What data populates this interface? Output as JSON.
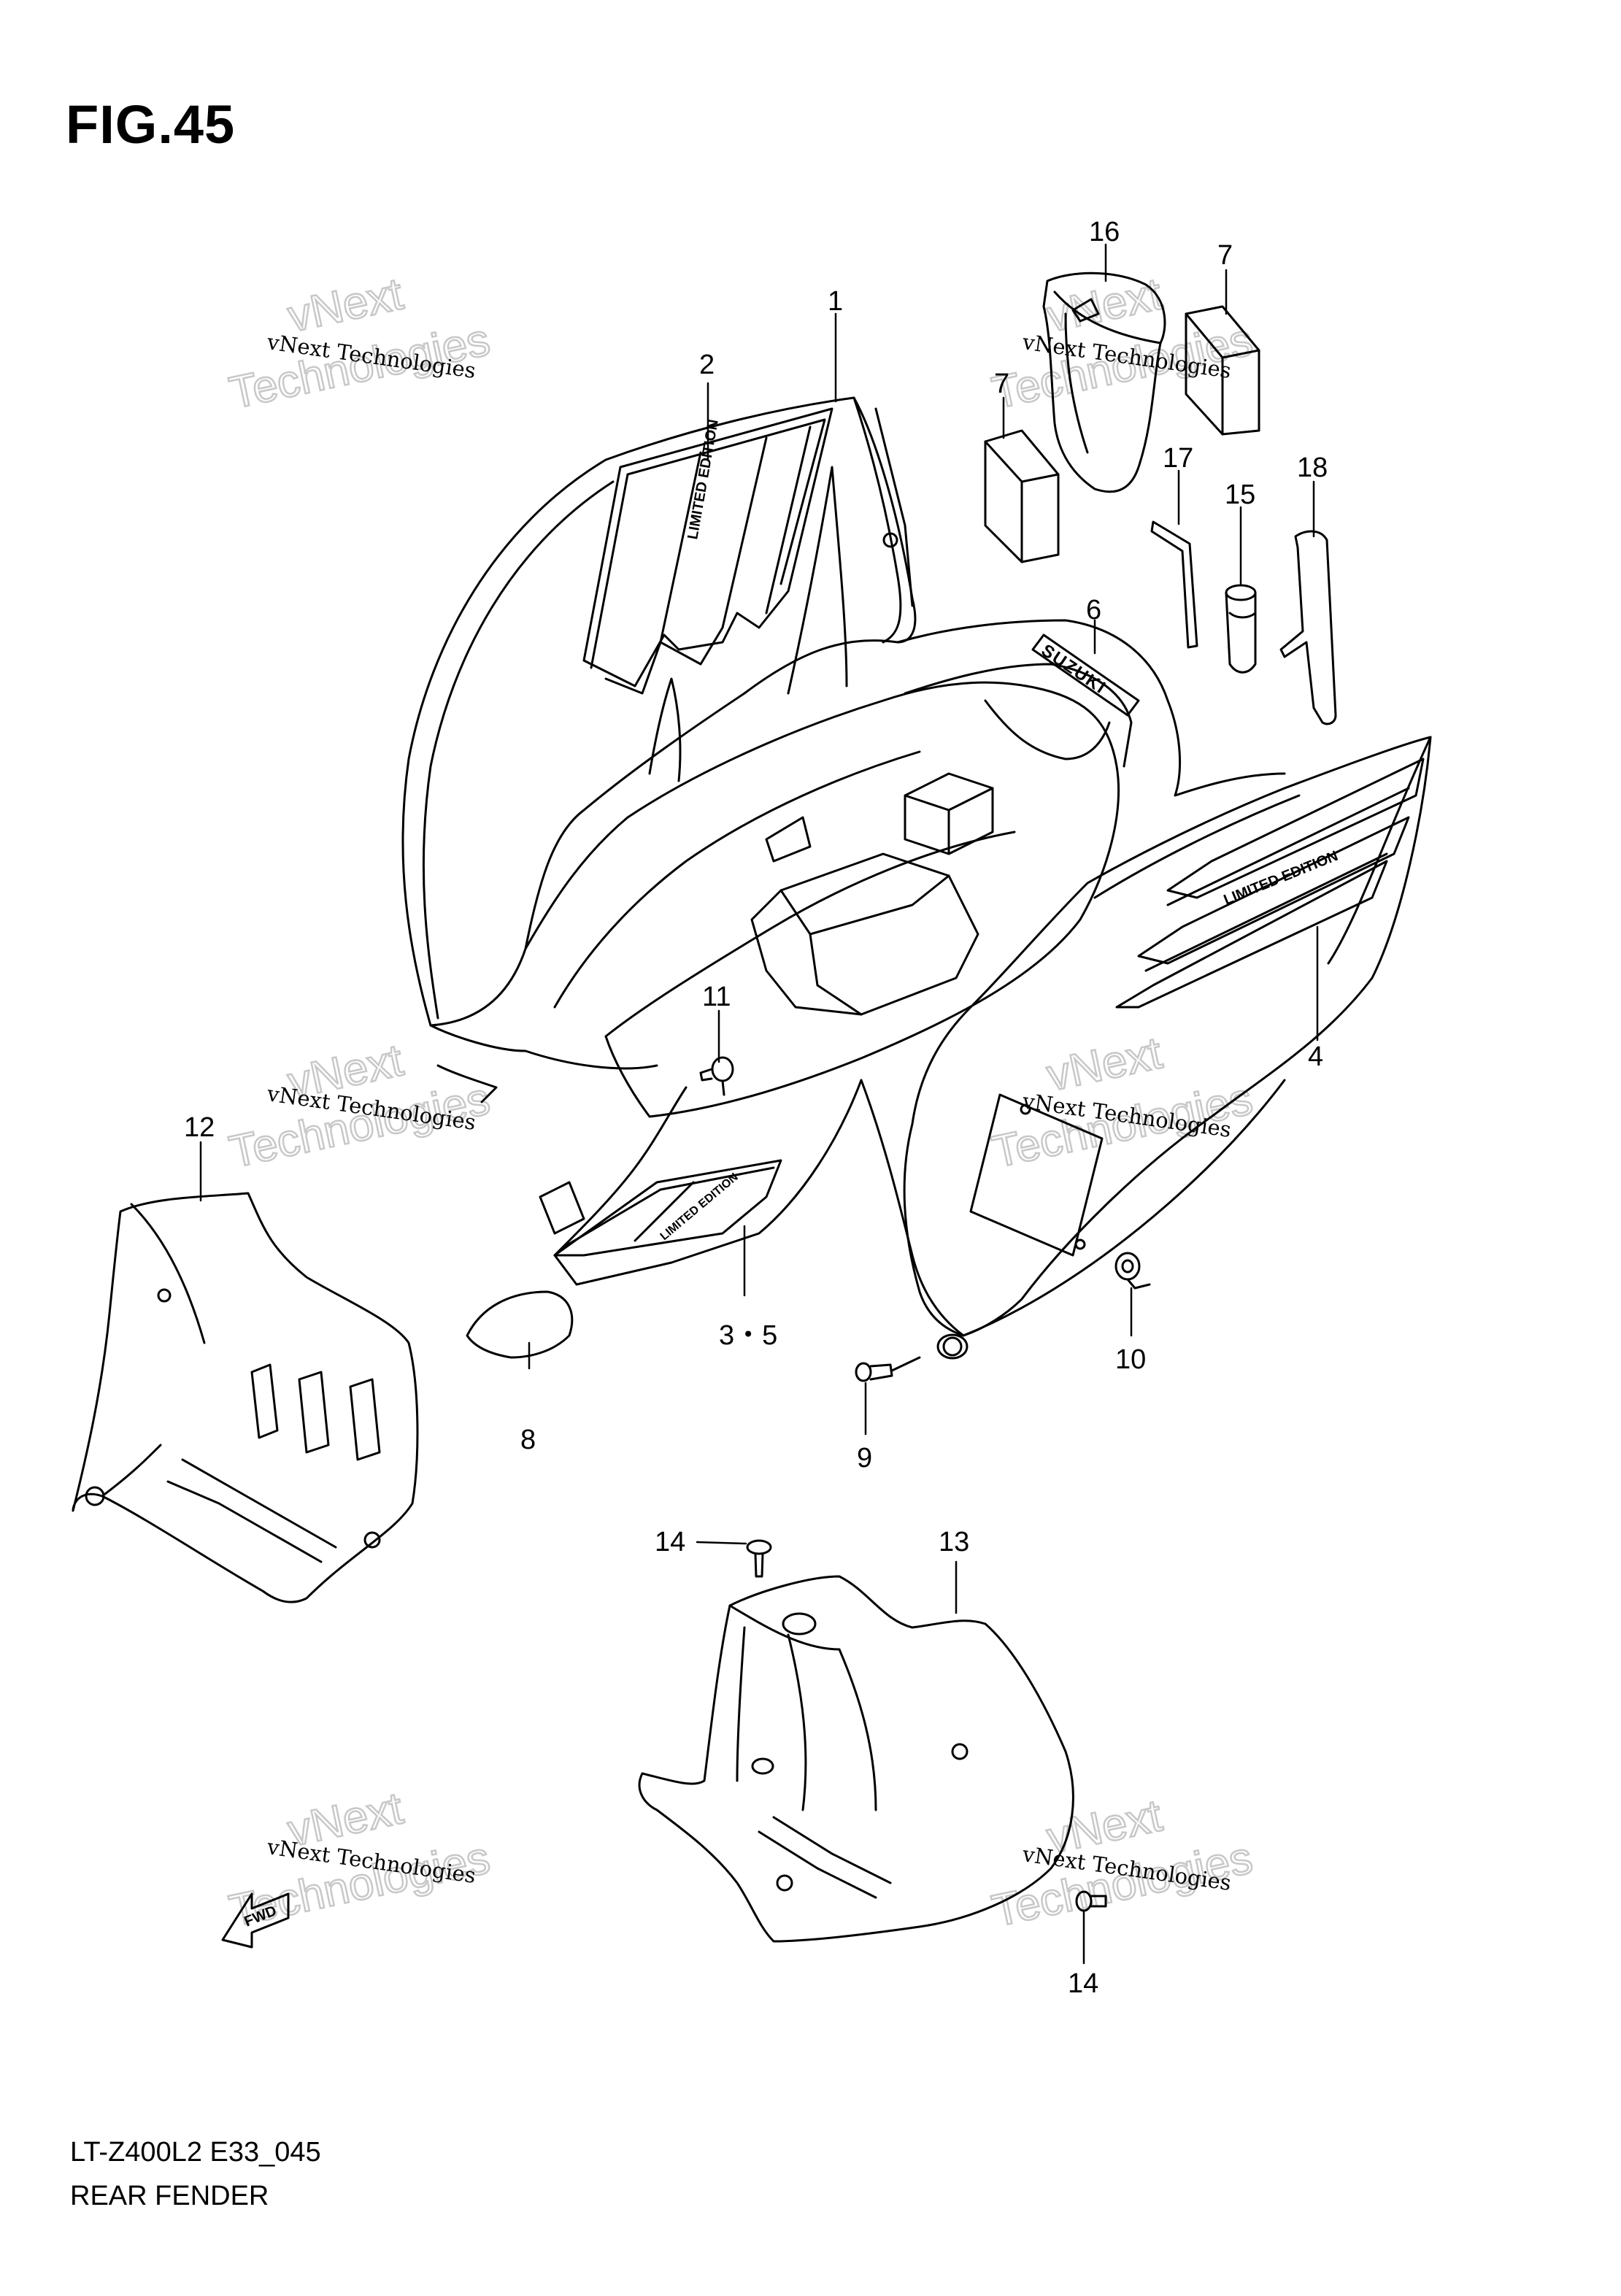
{
  "figure": {
    "title": "FIG.45",
    "model_code": "LT-Z400L2  E33_045",
    "section_name": "REAR FENDER"
  },
  "watermark": {
    "line1": "vNext Technologies",
    "line2": "vNext",
    "line3": "Technologies"
  },
  "parts": [
    {
      "ref": "1"
    },
    {
      "ref": "2"
    },
    {
      "ref": "3・5"
    },
    {
      "ref": "4"
    },
    {
      "ref": "6"
    },
    {
      "ref": "7"
    },
    {
      "ref": "7"
    },
    {
      "ref": "8"
    },
    {
      "ref": "9"
    },
    {
      "ref": "10"
    },
    {
      "ref": "11"
    },
    {
      "ref": "12"
    },
    {
      "ref": "13"
    },
    {
      "ref": "14"
    },
    {
      "ref": "14"
    },
    {
      "ref": "15"
    },
    {
      "ref": "16"
    },
    {
      "ref": "17"
    },
    {
      "ref": "18"
    }
  ],
  "decals": {
    "limited_edition": "LIMITED EDITION",
    "brand": "SUZUKI"
  },
  "direction_arrow": "FWD",
  "colors": {
    "line": "#000000",
    "background": "#ffffff",
    "watermark": "#c8c8c8"
  }
}
